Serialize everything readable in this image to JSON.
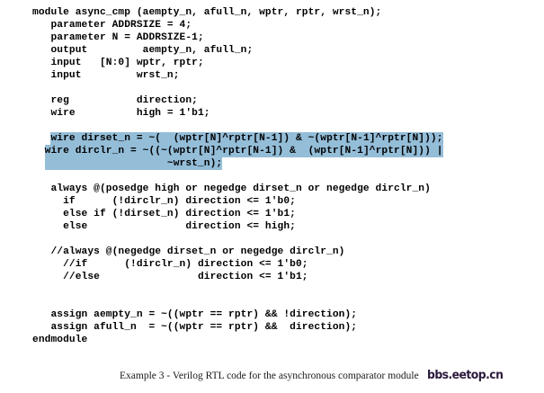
{
  "figure": {
    "caption": "Example 3 - Verilog RTL code for the asynchronous comparator module",
    "watermark": "bbs.eetop.cn",
    "highlight_color": "#94bdd8",
    "text_color": "#000000",
    "background_color": "#ffffff"
  },
  "code": {
    "language": "Verilog",
    "lines": [
      {
        "text": "module async_cmp (aempty_n, afull_n, wptr, rptr, wrst_n);",
        "highlighted": false
      },
      {
        "text": "   parameter ADDRSIZE = 4;",
        "highlighted": false
      },
      {
        "text": "   parameter N = ADDRSIZE-1;",
        "highlighted": false
      },
      {
        "text": "   output         aempty_n, afull_n;",
        "highlighted": false
      },
      {
        "text": "   input   [N:0] wptr, rptr;",
        "highlighted": false
      },
      {
        "text": "   input         wrst_n;",
        "highlighted": false
      },
      {
        "text": "",
        "highlighted": false
      },
      {
        "text": "   reg           direction;",
        "highlighted": false
      },
      {
        "text": "   wire          high = 1'b1;",
        "highlighted": false
      },
      {
        "text": "",
        "highlighted": false
      },
      {
        "text": "   wire dirset_n = ~(  (wptr[N]^rptr[N-1]) & ~(wptr[N-1]^rptr[N]));",
        "highlighted": true,
        "indent": "   "
      },
      {
        "text": "  wire dirclr_n = ~((~(wptr[N]^rptr[N-1]) &  (wptr[N-1]^rptr[N])) |",
        "highlighted": true,
        "indent": "  "
      },
      {
        "text": "                      ~wrst_n);",
        "highlighted": true,
        "indent": "  "
      },
      {
        "text": "",
        "highlighted": false
      },
      {
        "text": "   always @(posedge high or negedge dirset_n or negedge dirclr_n)",
        "highlighted": false
      },
      {
        "text": "     if      (!dirclr_n) direction <= 1'b0;",
        "highlighted": false
      },
      {
        "text": "     else if (!dirset_n) direction <= 1'b1;",
        "highlighted": false
      },
      {
        "text": "     else                direction <= high;",
        "highlighted": false
      },
      {
        "text": "",
        "highlighted": false
      },
      {
        "text": "   //always @(negedge dirset_n or negedge dirclr_n)",
        "highlighted": false
      },
      {
        "text": "     //if      (!dirclr_n) direction <= 1'b0;",
        "highlighted": false
      },
      {
        "text": "     //else                direction <= 1'b1;",
        "highlighted": false
      },
      {
        "text": "",
        "highlighted": false
      },
      {
        "text": "",
        "highlighted": false
      },
      {
        "text": "   assign aempty_n = ~((wptr == rptr) && !direction);",
        "highlighted": false
      },
      {
        "text": "   assign afull_n  = ~((wptr == rptr) &&  direction);",
        "highlighted": false
      },
      {
        "text": "endmodule",
        "highlighted": false
      }
    ]
  }
}
